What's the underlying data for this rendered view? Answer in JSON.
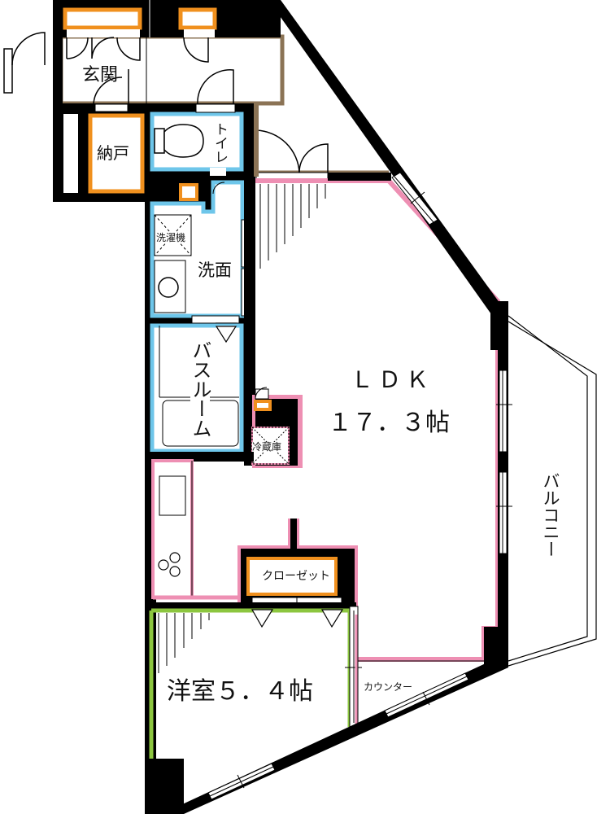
{
  "floorplan": {
    "colors": {
      "wall": "#000000",
      "entrance_trim": "#8b7355",
      "storage_trim": "#f0901e",
      "wet_area_trim": "#6ec6ea",
      "ldk_trim": "#ee8fb3",
      "western_room_trim": "#8cc63f",
      "background": "#ffffff"
    },
    "rooms": {
      "entrance": {
        "label": "玄関"
      },
      "storeroom": {
        "label": "納戸"
      },
      "toilet": {
        "label": "トイレ"
      },
      "washroom": {
        "label": "洗面"
      },
      "washing_machine": {
        "label": "洗濯機"
      },
      "bathroom": {
        "label": "バスルーム"
      },
      "refrigerator": {
        "label": "冷蔵庫"
      },
      "ldk": {
        "label": "ＬＤＫ",
        "size": "１７．３帖"
      },
      "closet": {
        "label": "クローゼット"
      },
      "western_room": {
        "label": "洋室５．４帖"
      },
      "counter": {
        "label": "カウンター"
      },
      "balcony": {
        "label": "バルコニー"
      }
    }
  }
}
